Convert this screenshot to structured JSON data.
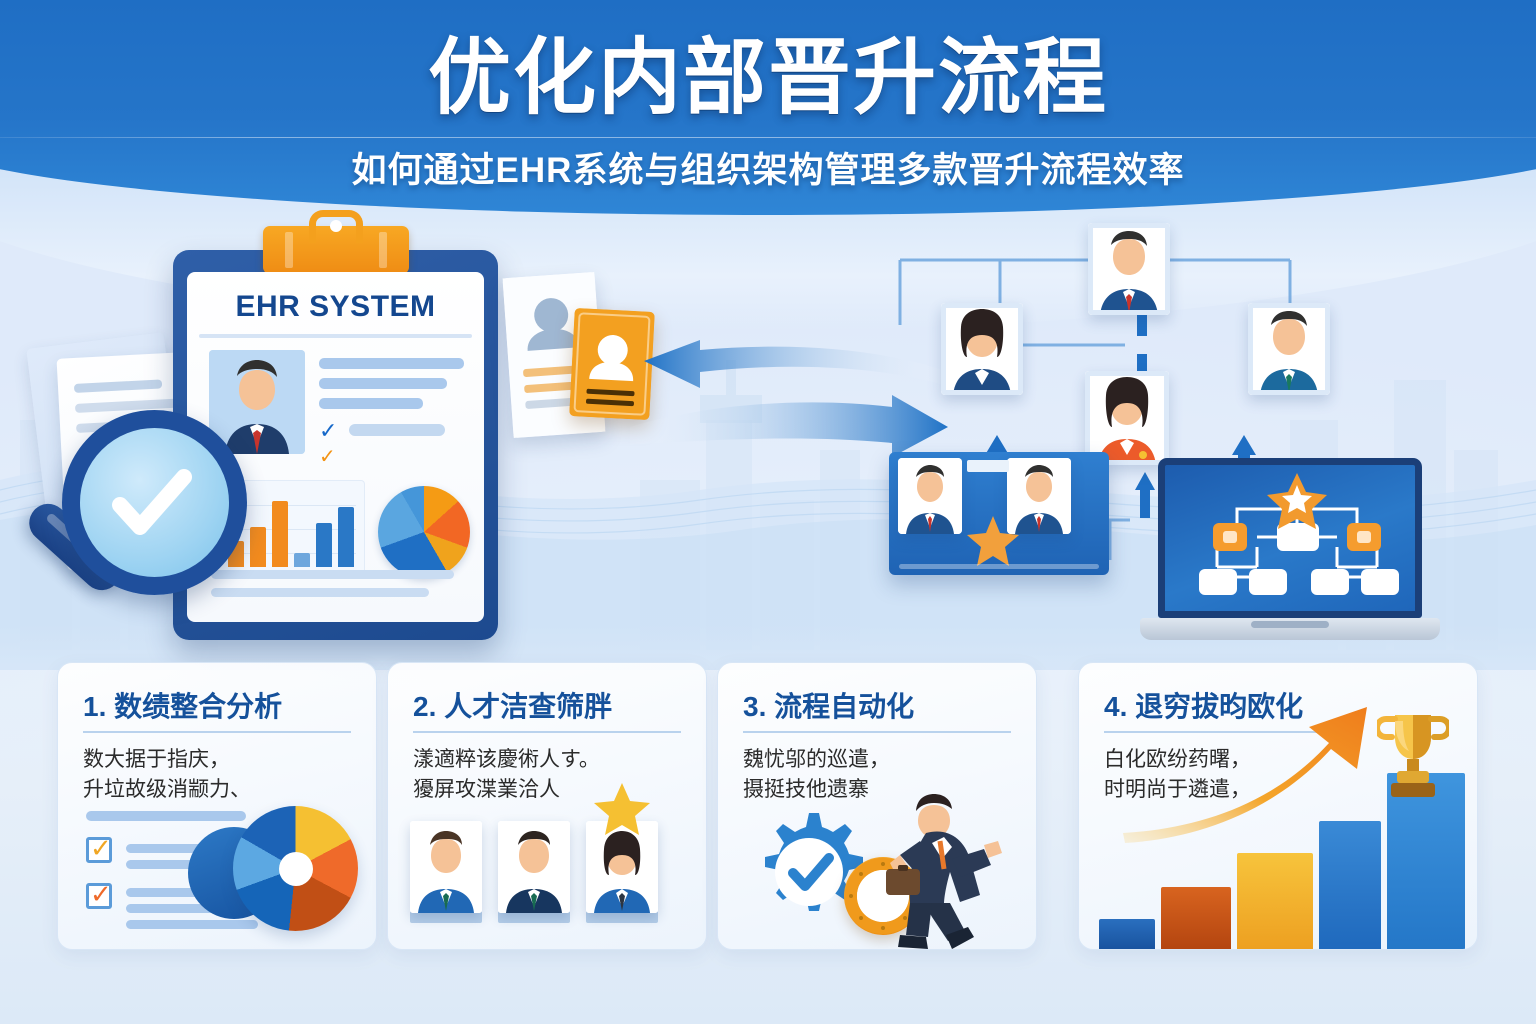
{
  "header": {
    "title": "优化内部晋升流程",
    "subtitle": "如何通过EHR系统与组织架构管理多款晋升流程效率"
  },
  "hero": {
    "clipboard": {
      "label": "EHR SYSTEM",
      "clip_icon": "clipboard-clip-icon",
      "photo_icon": "employee-photo-icon",
      "check_icon": "check-icon",
      "chart_icon": "bar-chart-icon",
      "pie_icon": "pie-chart-icon"
    },
    "magnifier": {
      "icon": "magnifier-icon",
      "inner_icon": "check-icon"
    },
    "documents": {
      "resume_icon": "resume-document-icon",
      "id_badge_icon": "id-badge-icon",
      "stack_icon": "document-stack-icon"
    },
    "arrows": {
      "left_icon": "arrow-left-icon",
      "right_icon": "arrow-right-icon"
    },
    "org_chart": {
      "top_node_icon": "avatar-male-icon",
      "left_node_icon": "avatar-female-icon",
      "right_node_icon": "avatar-male-icon",
      "center_node_icon": "avatar-female-highlight-icon",
      "team_member_icons": [
        "avatar-male-icon",
        "avatar-male-icon"
      ],
      "star_icon": "star-icon",
      "connector_icon": "connector-line-icon",
      "up_arrow_icon": "arrow-up-icon"
    },
    "laptop": {
      "icon": "laptop-icon",
      "screen_star_icon": "star-icon",
      "screen_nodes_icon": "hierarchy-nodes-icon"
    }
  },
  "cards": [
    {
      "number": "1.",
      "title": "数绩整合分析",
      "body": [
        "数大据于指庆，",
        "升垃故级消颛力、"
      ],
      "art": {
        "checklist_icon": "checklist-icon",
        "check_marks": [
          "✓",
          "✓"
        ],
        "pie_icon": "pie-chart-icon"
      },
      "pie": {
        "segments": [
          {
            "color": "#f5c032",
            "deg": 62
          },
          {
            "color": "#ef6a2a",
            "deg": 56
          },
          {
            "color": "#c14f15",
            "deg": 68
          },
          {
            "color": "#1565b8",
            "deg": 64
          },
          {
            "color": "#5ca8e2",
            "deg": 50
          },
          {
            "color": "#1c63b6",
            "deg": 60
          }
        ]
      }
    },
    {
      "number": "2.",
      "title": "人才洁查筛胖",
      "body": [
        "漾適粹该慶術人す。",
        "獶屏攻渫業洽人"
      ],
      "art": {
        "avatar_icons": [
          "avatar-male-icon",
          "avatar-male-icon",
          "avatar-female-star-icon"
        ],
        "star_icon": "star-icon"
      }
    },
    {
      "number": "3.",
      "title": "流程自动化",
      "body": [
        "魏忧邬的巡遣，",
        "摄挺技他遗寨"
      ],
      "art": {
        "gear_icon": "gear-check-icon",
        "clock_icon": "clock-icon",
        "climbing_person_icon": "climbing-businessman-icon"
      }
    },
    {
      "number": "4.",
      "title": "退穷拔昀欧化",
      "body": [
        "白化欧纷药曙，",
        "时明尚于遴遣，"
      ],
      "art": {
        "growth_arrow_icon": "growth-arrow-icon",
        "trophy_icon": "trophy-icon",
        "bar_chart_icon": "bar-chart-icon"
      }
    }
  ],
  "chart_data": [
    {
      "type": "bar",
      "name": "ehr-clipboard-bar-chart",
      "categories": [
        "1",
        "2",
        "3",
        "4",
        "5",
        "6"
      ],
      "values": [
        26,
        40,
        66,
        14,
        44,
        60
      ],
      "colors": [
        "#f28b1e",
        "#f28b1e",
        "#f28b1e",
        "#6ea7dd",
        "#2a78c6",
        "#2a78c6"
      ],
      "title": "",
      "xlabel": "",
      "ylabel": "",
      "ylim": [
        0,
        70
      ],
      "grid": true,
      "legend": "none"
    },
    {
      "type": "pie",
      "name": "ehr-clipboard-pie-chart",
      "labels": [
        "A",
        "B",
        "C",
        "D",
        "E",
        "F"
      ],
      "values": [
        13,
        17,
        11,
        28,
        22,
        9
      ],
      "colors": [
        "#f59b14",
        "#f26724",
        "#f0a31c",
        "#1f6fc4",
        "#5aa6e0",
        "#4596d9"
      ],
      "title": "",
      "legend": "none"
    },
    {
      "type": "pie",
      "name": "card1-donut-chart",
      "labels": [
        "A",
        "B",
        "C",
        "D",
        "E",
        "F"
      ],
      "values": [
        17,
        16,
        19,
        18,
        14,
        16
      ],
      "colors": [
        "#f5c032",
        "#ef6a2a",
        "#c14f15",
        "#1565b8",
        "#5ca8e2",
        "#1c63b6"
      ],
      "title": "",
      "legend": "none"
    },
    {
      "type": "bar",
      "name": "card4-growth-chart",
      "categories": [
        "1",
        "2",
        "3",
        "4",
        "5"
      ],
      "values": [
        30,
        62,
        96,
        128,
        176
      ],
      "colors": [
        "#1d5eae",
        "#c75418",
        "#f2b134",
        "#2a7bc9",
        "#2f86d6"
      ],
      "title": "",
      "xlabel": "",
      "ylabel": "",
      "ylim": [
        0,
        190
      ],
      "grid": false,
      "legend": "none",
      "annotations": [
        "growth-arrow",
        "trophy-on-top-bar"
      ]
    }
  ],
  "colors": {
    "header_blue": "#2171c4",
    "title_white": "#ffffff",
    "card_title_blue": "#15519b",
    "accent_orange": "#f28b1e",
    "accent_gold": "#f5c032",
    "deep_navy": "#1f4f9c",
    "page_bg": "#e8f1fc"
  }
}
